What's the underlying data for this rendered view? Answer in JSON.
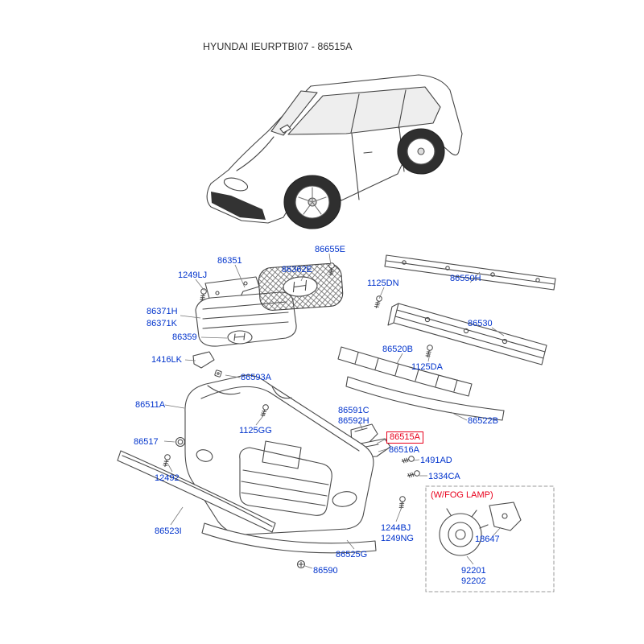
{
  "title": "HYUNDAI IEURPTBI07 - 86515A",
  "highlighted_part": "86515A",
  "colors": {
    "part_label": "#0033cc",
    "highlight": "#e8001c",
    "line_art": "#444444"
  },
  "fog_box": {
    "caption": "(W/FOG LAMP)"
  },
  "parts": {
    "86351": "86351",
    "1249LJ": "1249LJ",
    "86655E": "86655E",
    "86362E": "86362E",
    "1125DN": "1125DN",
    "86550H": "86550H",
    "86371H": "86371H",
    "86371K": "86371K",
    "86359": "86359",
    "86530": "86530",
    "86520B": "86520B",
    "1125DA": "1125DA",
    "1416LK": "1416LK",
    "86593A": "86593A",
    "86511A": "86511A",
    "86591C": "86591C",
    "86592H": "86592H",
    "86522B": "86522B",
    "1125GG": "1125GG",
    "86515A": "86515A",
    "86516A": "86516A",
    "86517": "86517",
    "1491AD": "1491AD",
    "12492": "12492",
    "1334CA": "1334CA",
    "86523I": "86523I",
    "1244BJ": "1244BJ",
    "1249NG": "1249NG",
    "18647": "18647",
    "92201": "92201",
    "92202": "92202",
    "86525G": "86525G",
    "86590": "86590"
  }
}
